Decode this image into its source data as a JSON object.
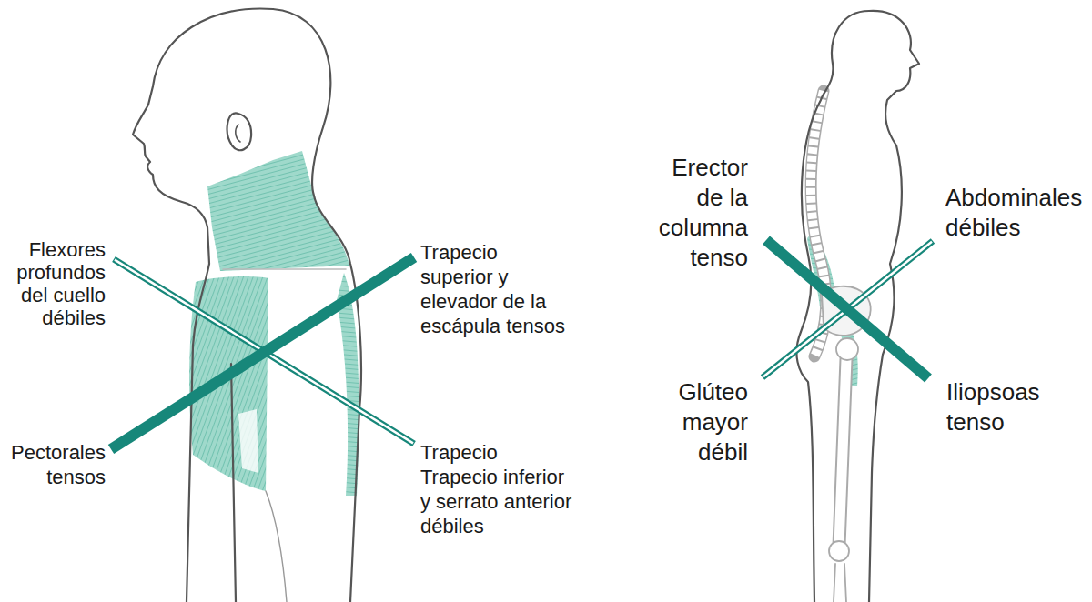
{
  "diagram": {
    "labels": [
      "Flexores profundos del cuello débiles",
      "Trapecio superior y elevador de la escápula tensos",
      "Pectorales tensos",
      "Trapecio Trapecio inferior y serrato anterior débiles",
      "Erector de la columna tenso",
      "Abdominales débiles",
      "Glúteo mayor débil",
      "Iliopsoas tenso"
    ]
  }
}
